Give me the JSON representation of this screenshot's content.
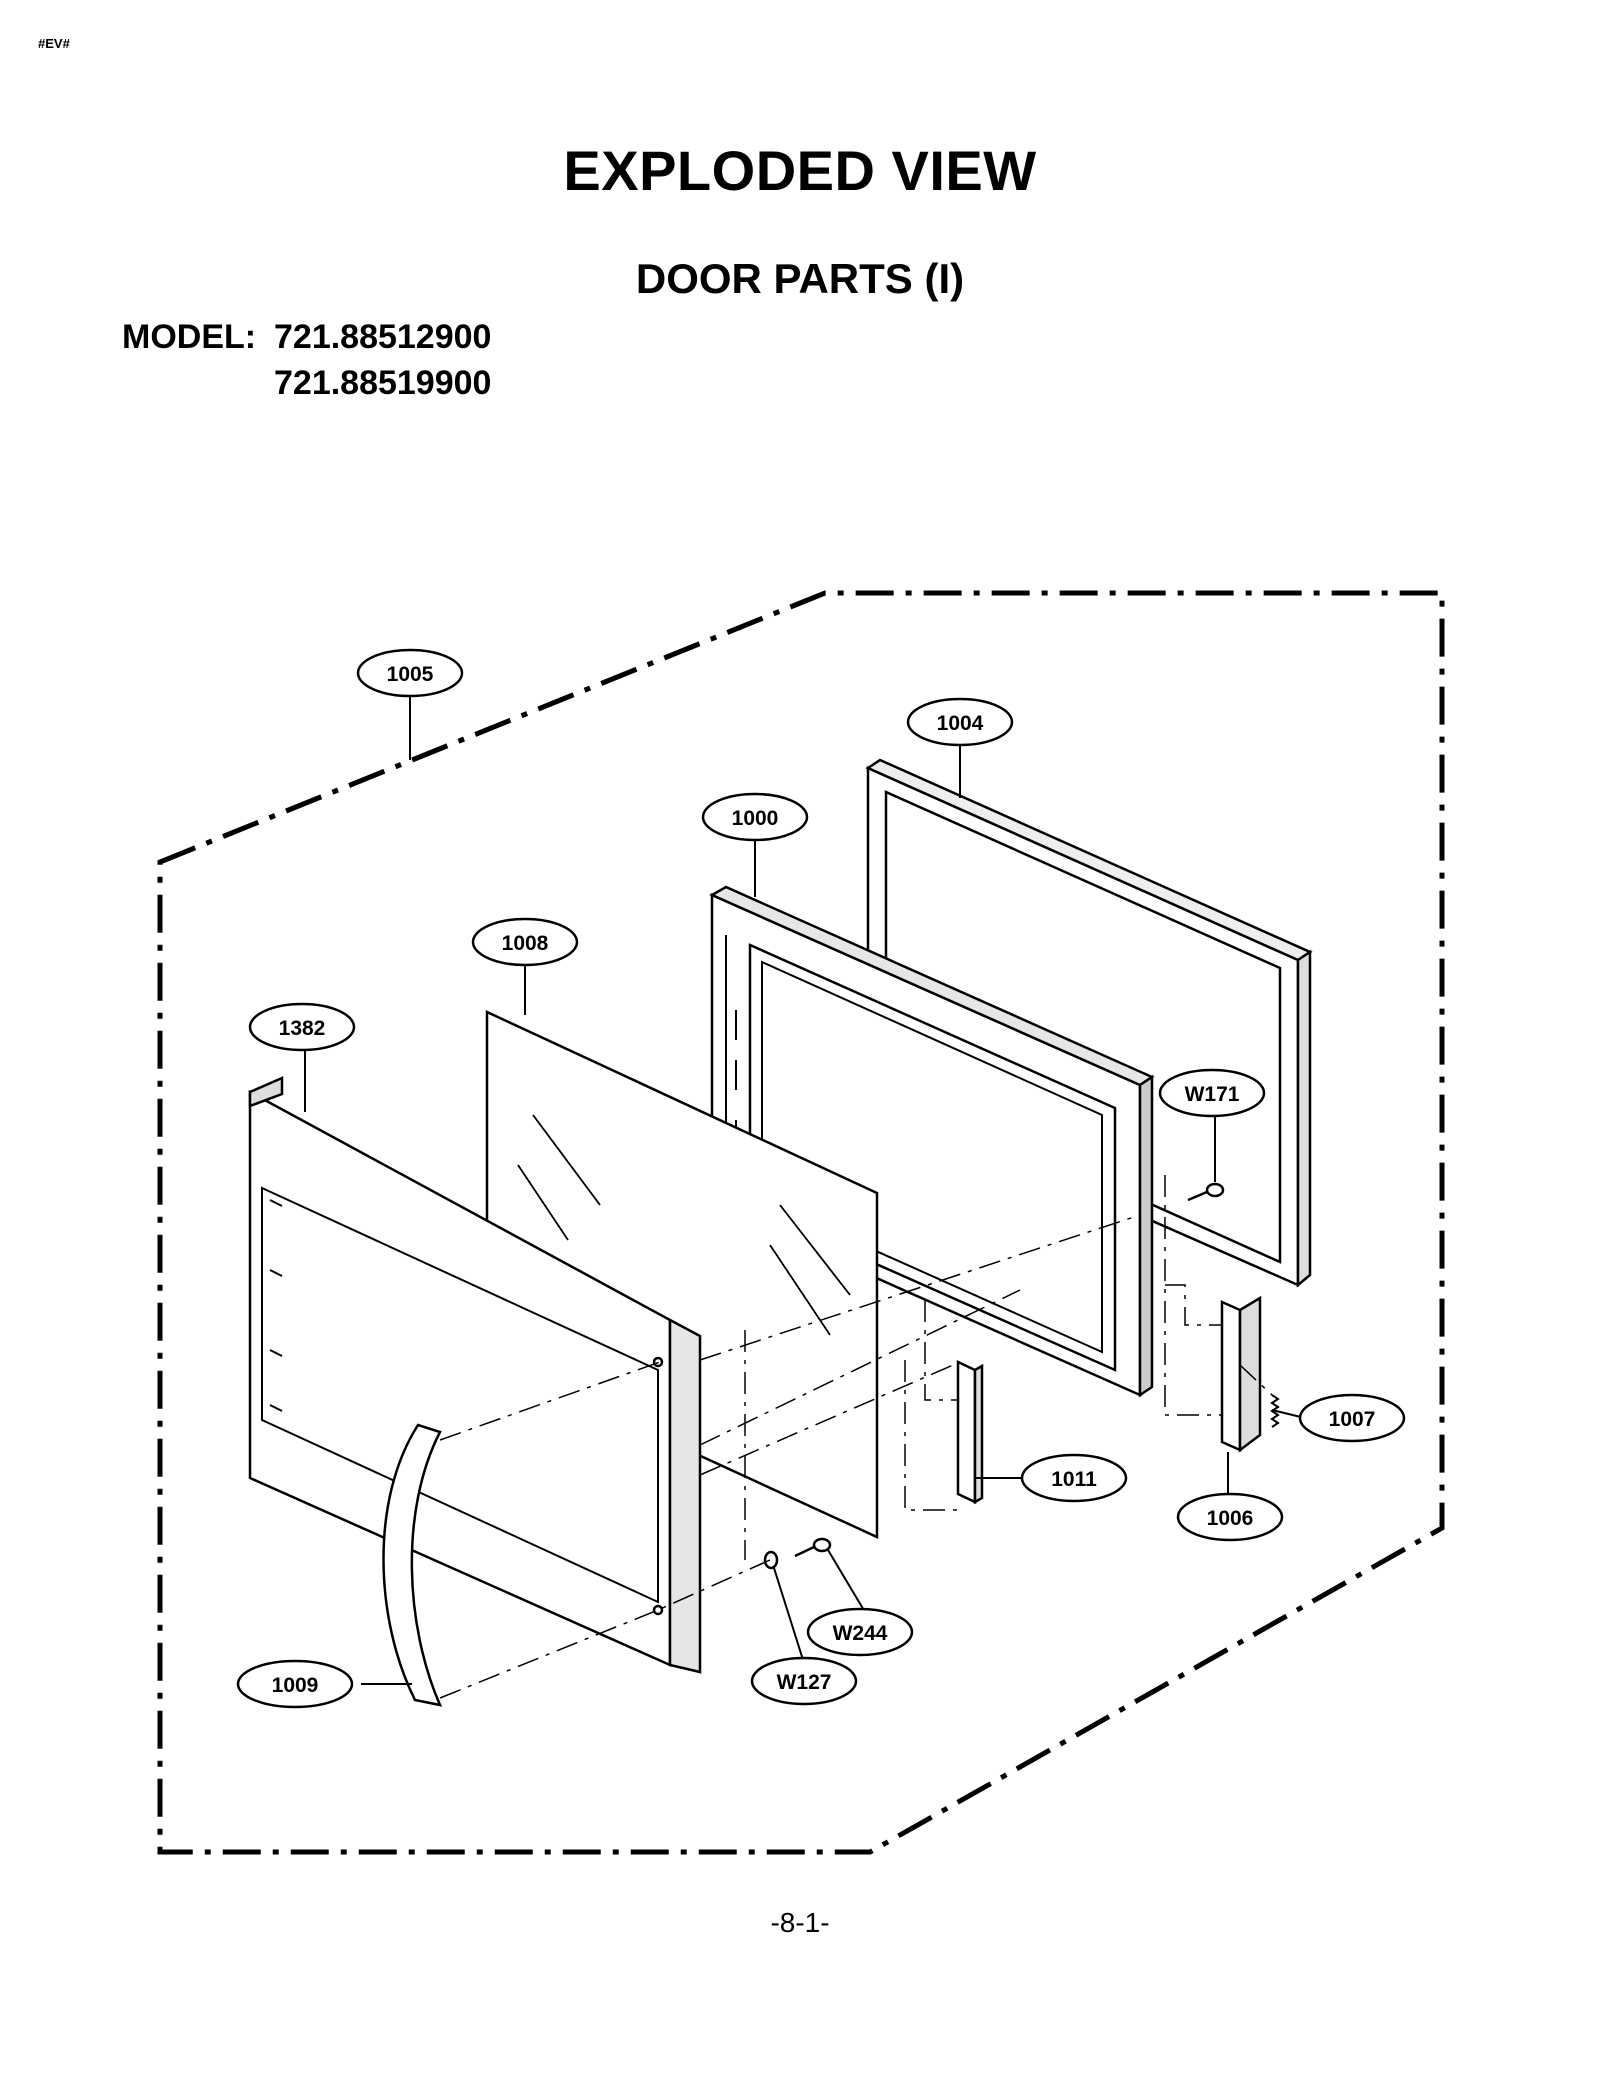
{
  "header": {
    "tag": "#EV#",
    "title": "EXPLODED VIEW",
    "subtitle": "DOOR PARTS (I)",
    "model_label": "MODEL:",
    "models": [
      "721.88512900",
      "721.88519900"
    ]
  },
  "callouts": {
    "c1005": "1005",
    "c1004": "1004",
    "c1000": "1000",
    "c1008": "1008",
    "c1382": "1382",
    "cW171": "W171",
    "c1007": "1007",
    "c1011": "1011",
    "c1006": "1006",
    "cW244": "W244",
    "cW127": "W127",
    "c1009": "1009"
  },
  "footer": {
    "page": "-8-1-"
  }
}
